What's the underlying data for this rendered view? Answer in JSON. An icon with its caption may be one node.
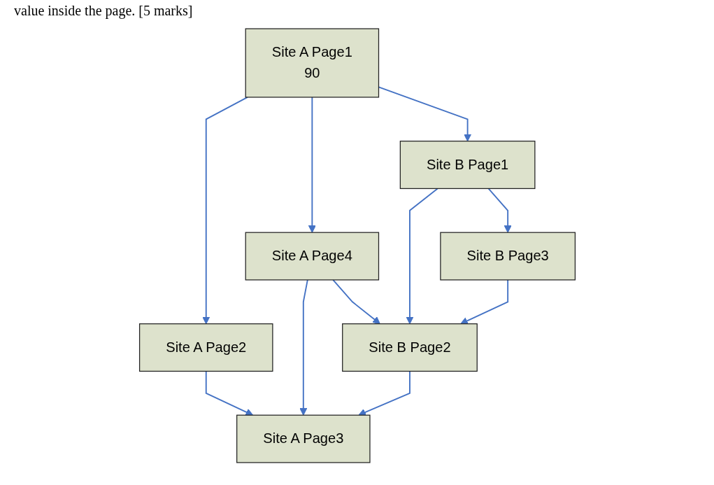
{
  "diagram": {
    "nodes": [
      {
        "text": [
          "Site A Page1",
          "90"
        ]
      },
      {
        "text": [
          "Site B Page1"
        ]
      },
      {
        "text": [
          "Site A Page2"
        ]
      },
      {
        "text": [
          "Site A Page4"
        ]
      },
      {
        "text": [
          "Site B Page2"
        ]
      },
      {
        "text": [
          "Site B Page3"
        ]
      },
      {
        "text": [
          "Site A Page3"
        ]
      }
    ],
    "edges": [
      {
        "from": 0,
        "to": 1,
        "arrow": "to"
      },
      {
        "from": 0,
        "to": 3,
        "arrow": "to"
      },
      {
        "from": 0,
        "to": 2,
        "arrow": "to"
      },
      {
        "from": 2,
        "to": 6,
        "arrow": "to"
      },
      {
        "from": 3,
        "to": 6,
        "arrow": "to"
      },
      {
        "from": 3,
        "to": 4,
        "arrow": "to"
      },
      {
        "from": 1,
        "to": 4,
        "arrow": "to"
      },
      {
        "from": 1,
        "to": 5,
        "arrow": "to"
      },
      {
        "from": 5,
        "to": 4,
        "arrow": "to"
      },
      {
        "from": 4,
        "to": 6,
        "arrow": "to"
      }
    ],
    "labels": [
      "value inside the page. [5 marks]"
    ]
  }
}
